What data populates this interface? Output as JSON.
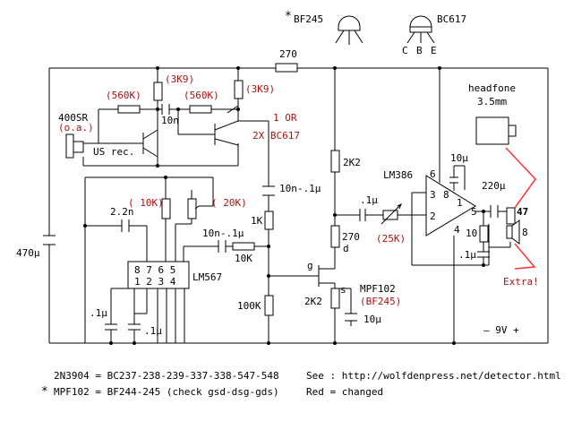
{
  "colors": {
    "line": "#000000",
    "changed": "#b01010",
    "extra_wire": "#ff3333"
  },
  "transistors": {
    "jfet_mark": "*",
    "jfet_name": "BF245",
    "bjt_name": "BC617",
    "bjt_pins": [
      "C",
      "B",
      "E"
    ]
  },
  "labels": {
    "r270_top": "270",
    "r560k_a": "(560K)",
    "r3k9_a": "(3K9)",
    "r560k_b": "(560K)",
    "r3k9_b": "(3K9)",
    "c10n": "10n",
    "one_or": "1 OR",
    "two_x": "2X BC617",
    "sensor": "400SR",
    "sensor_note": "(o.a.)",
    "us_rec": "US rec.",
    "c470u": "470µ",
    "c2n2": "2.2n",
    "r10k": "( 10K)",
    "r20k": "( 20K)",
    "c10n_1u_a": "10n-.1µ",
    "c10n_1u_b": "10n-.1µ",
    "r1k": "1K",
    "r10k_b": "10K",
    "ic_lm567": "LM567",
    "pins_top": "8 7 6 5",
    "pins_bot": "1 2 3 4",
    "c01u_a": ".1µ",
    "c01u_b": ".1µ",
    "r100k": "100K",
    "r2k2_a": "2K2",
    "r270_b": "270",
    "d": "d",
    "g": "g",
    "s": "s",
    "r2k2_b": "2K2",
    "mpf102": "MPF102",
    "bf245": "(BF245)",
    "c10u_b": "10µ",
    "ic_lm386": "LM386",
    "pot25k": "(25K)",
    "c01u_c": ".1µ",
    "pin6": "6",
    "pin3": "3",
    "pin8": "8",
    "pin1": "1",
    "pin2": "2",
    "pin4": "4",
    "pin5": "5",
    "c10u_a": "10µ",
    "c220u": "220µ",
    "r10": "10",
    "c01u_d": ".1µ",
    "r47": "47",
    "spk8": "8",
    "headfone": "headfone",
    "jack": "3.5mm",
    "extra": "Extra!",
    "supply": "–  9V  +"
  },
  "footer": {
    "line1": "2N3904 = BC237-238-239-337-338-547-548",
    "mark2": "*",
    "line2": "MPF102 = BF244-245 (check gsd-dsg-gds)",
    "see": "See  : http://wolfdenpress.net/detector.html",
    "red_note": "Red = changed"
  }
}
